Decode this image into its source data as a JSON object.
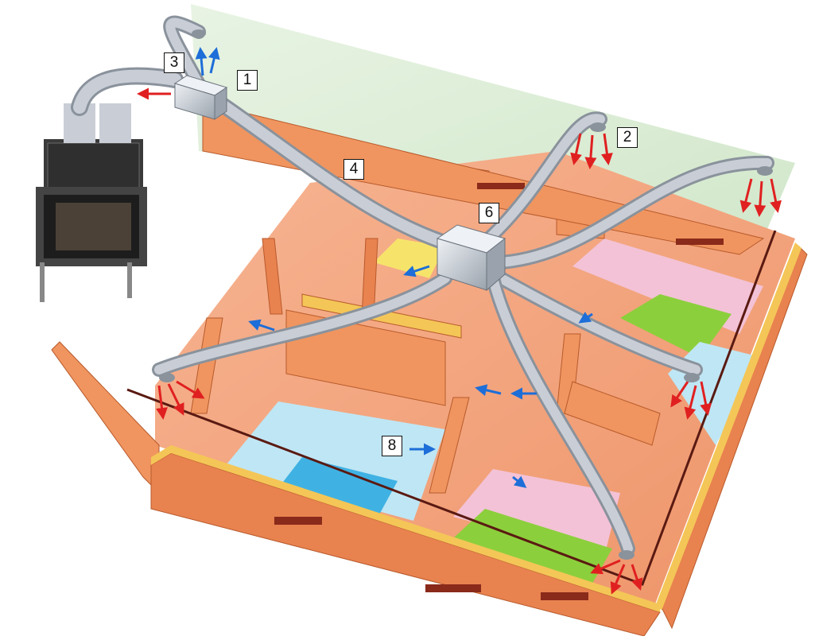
{
  "diagram": {
    "callouts": [
      {
        "id": "c1",
        "text": "1"
      },
      {
        "id": "c2",
        "text": "2"
      },
      {
        "id": "c3",
        "text": "3"
      },
      {
        "id": "c4",
        "text": "4"
      },
      {
        "id": "c6",
        "text": "6"
      },
      {
        "id": "c8",
        "text": "8"
      }
    ]
  },
  "colors": {
    "ceiling": "#d9ecd3",
    "floor": "#f2a37f",
    "wall_top": "#f4c657",
    "wall_side": "#e8824f",
    "duct": "#c9ced6",
    "duct_dark": "#8a929c",
    "box": "#cfd6df",
    "warm_arrow": "#e02020",
    "cool_arrow": "#1d6ed8",
    "fireplace": "#2f2f2f",
    "bed_green": "#8ccf3c",
    "bed_blue": "#3fb2e3",
    "floor_pink": "#f3c2d6",
    "floor_blue": "#bfe6f4"
  }
}
